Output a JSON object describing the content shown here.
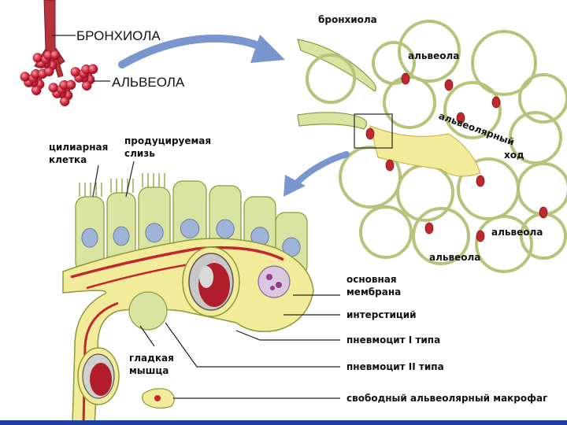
{
  "topleft": {
    "bronchiole": "БРОНХИОЛА",
    "alveolus": "АЛЬВЕОЛА"
  },
  "topright": {
    "bronchiole": "бронхиола",
    "alveolus_top": "альвеола",
    "alveolar_duct": [
      "альвеолярный",
      "ход"
    ],
    "alveolus_right": "альвеола",
    "alveolus_bottom": "альвеола"
  },
  "tissue": {
    "ciliated_cell": [
      "цилиарная",
      "клетка"
    ],
    "mucus": [
      "продуцируемая",
      "слизь"
    ],
    "smooth_muscle": [
      "гладкая",
      "мышца"
    ],
    "basement_membrane": [
      "основная",
      "мембрана"
    ],
    "interstitium": "интерстиций",
    "pneumocyte_1": "пневмоцит I типа",
    "pneumocyte_2": "пневмоцит II типа",
    "macrophage": "свободный альвеолярный макрофаг"
  },
  "colors": {
    "bronchiole_red": "#b5333b",
    "alveoli_red": "#d2233a",
    "arrow_blue": "#7a96cf",
    "tissue_yellow": "#f2ec9a",
    "tissue_green": "#d8e4a0",
    "cell_outline": "#8b9a3a",
    "nucleus": "#9fb3d8",
    "capillary_red": "#c1272d",
    "bottom_bar": "#1f3f9a"
  }
}
